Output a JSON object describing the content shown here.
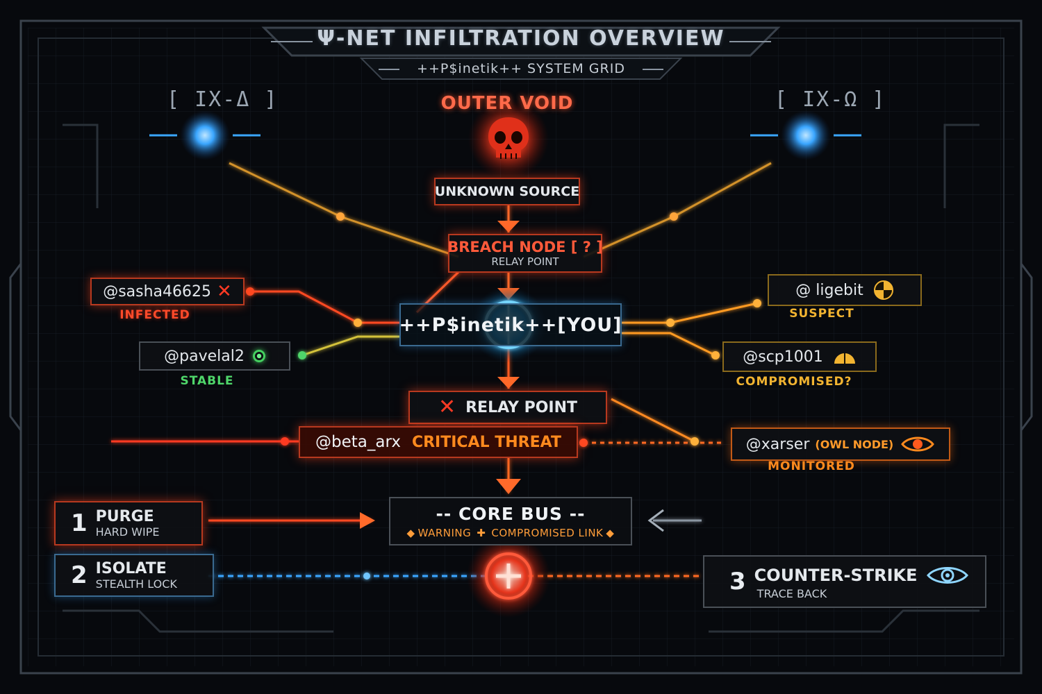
{
  "header": {
    "title": "Ψ-NET INFILTRATION OVERVIEW",
    "subtitle": "++P$inetik++ SYSTEM GRID"
  },
  "corners": {
    "left": "[ IX-Δ ]",
    "right": "[ IX-Ω ]"
  },
  "top_source": {
    "heading": "OUTER VOID",
    "skull_icon": "skull-icon",
    "source_label": "UNKNOWN SOURCE"
  },
  "breach": {
    "title": "BREACH NODE [ ? ]",
    "subtitle": "RELAY POINT"
  },
  "center": {
    "label": "++P$inetik++[YOU]",
    "icon": "target-reticle-icon"
  },
  "nodes_left": [
    {
      "handle": "@sasha46625",
      "status": "INFECTED",
      "icon": "x-icon"
    },
    {
      "handle": "@pavelal2",
      "status": "STABLE",
      "icon": "green-dot-icon"
    }
  ],
  "nodes_right": [
    {
      "handle": "@ ligebit",
      "status": "SUSPECT",
      "icon": "quarter-circle-icon"
    },
    {
      "handle": "@scp1001",
      "status": "COMPROMISED?",
      "icon": "half-circle-icon"
    }
  ],
  "relay": {
    "label": "RELAY POINT",
    "icon": "x-icon"
  },
  "threat": {
    "handle": "@beta_arx",
    "label": "CRITICAL THREAT"
  },
  "owl": {
    "handle": "@xarser",
    "tag": "(OWL NODE)",
    "status": "MONITORED",
    "icon": "eye-icon"
  },
  "core": {
    "title": "-- CORE BUS --",
    "warning": "WARNING",
    "link": "COMPROMISED LINK",
    "icon": "crosshair-icon"
  },
  "actions": [
    {
      "num": "1",
      "title": "PURGE",
      "sub": "HARD WIPE"
    },
    {
      "num": "2",
      "title": "ISOLATE",
      "sub": "STEALTH LOCK"
    },
    {
      "num": "3",
      "title": "COUNTER-STRIKE",
      "sub": "TRACE BACK",
      "icon": "eye-icon"
    }
  ],
  "colors": {
    "background": "#07090d",
    "threat_red": "#ff3a24",
    "alert_orange": "#ff8a1e",
    "suspect_gold": "#f2b431",
    "stable_green": "#4fd66a",
    "neutral_blue": "#3aa6ff"
  }
}
